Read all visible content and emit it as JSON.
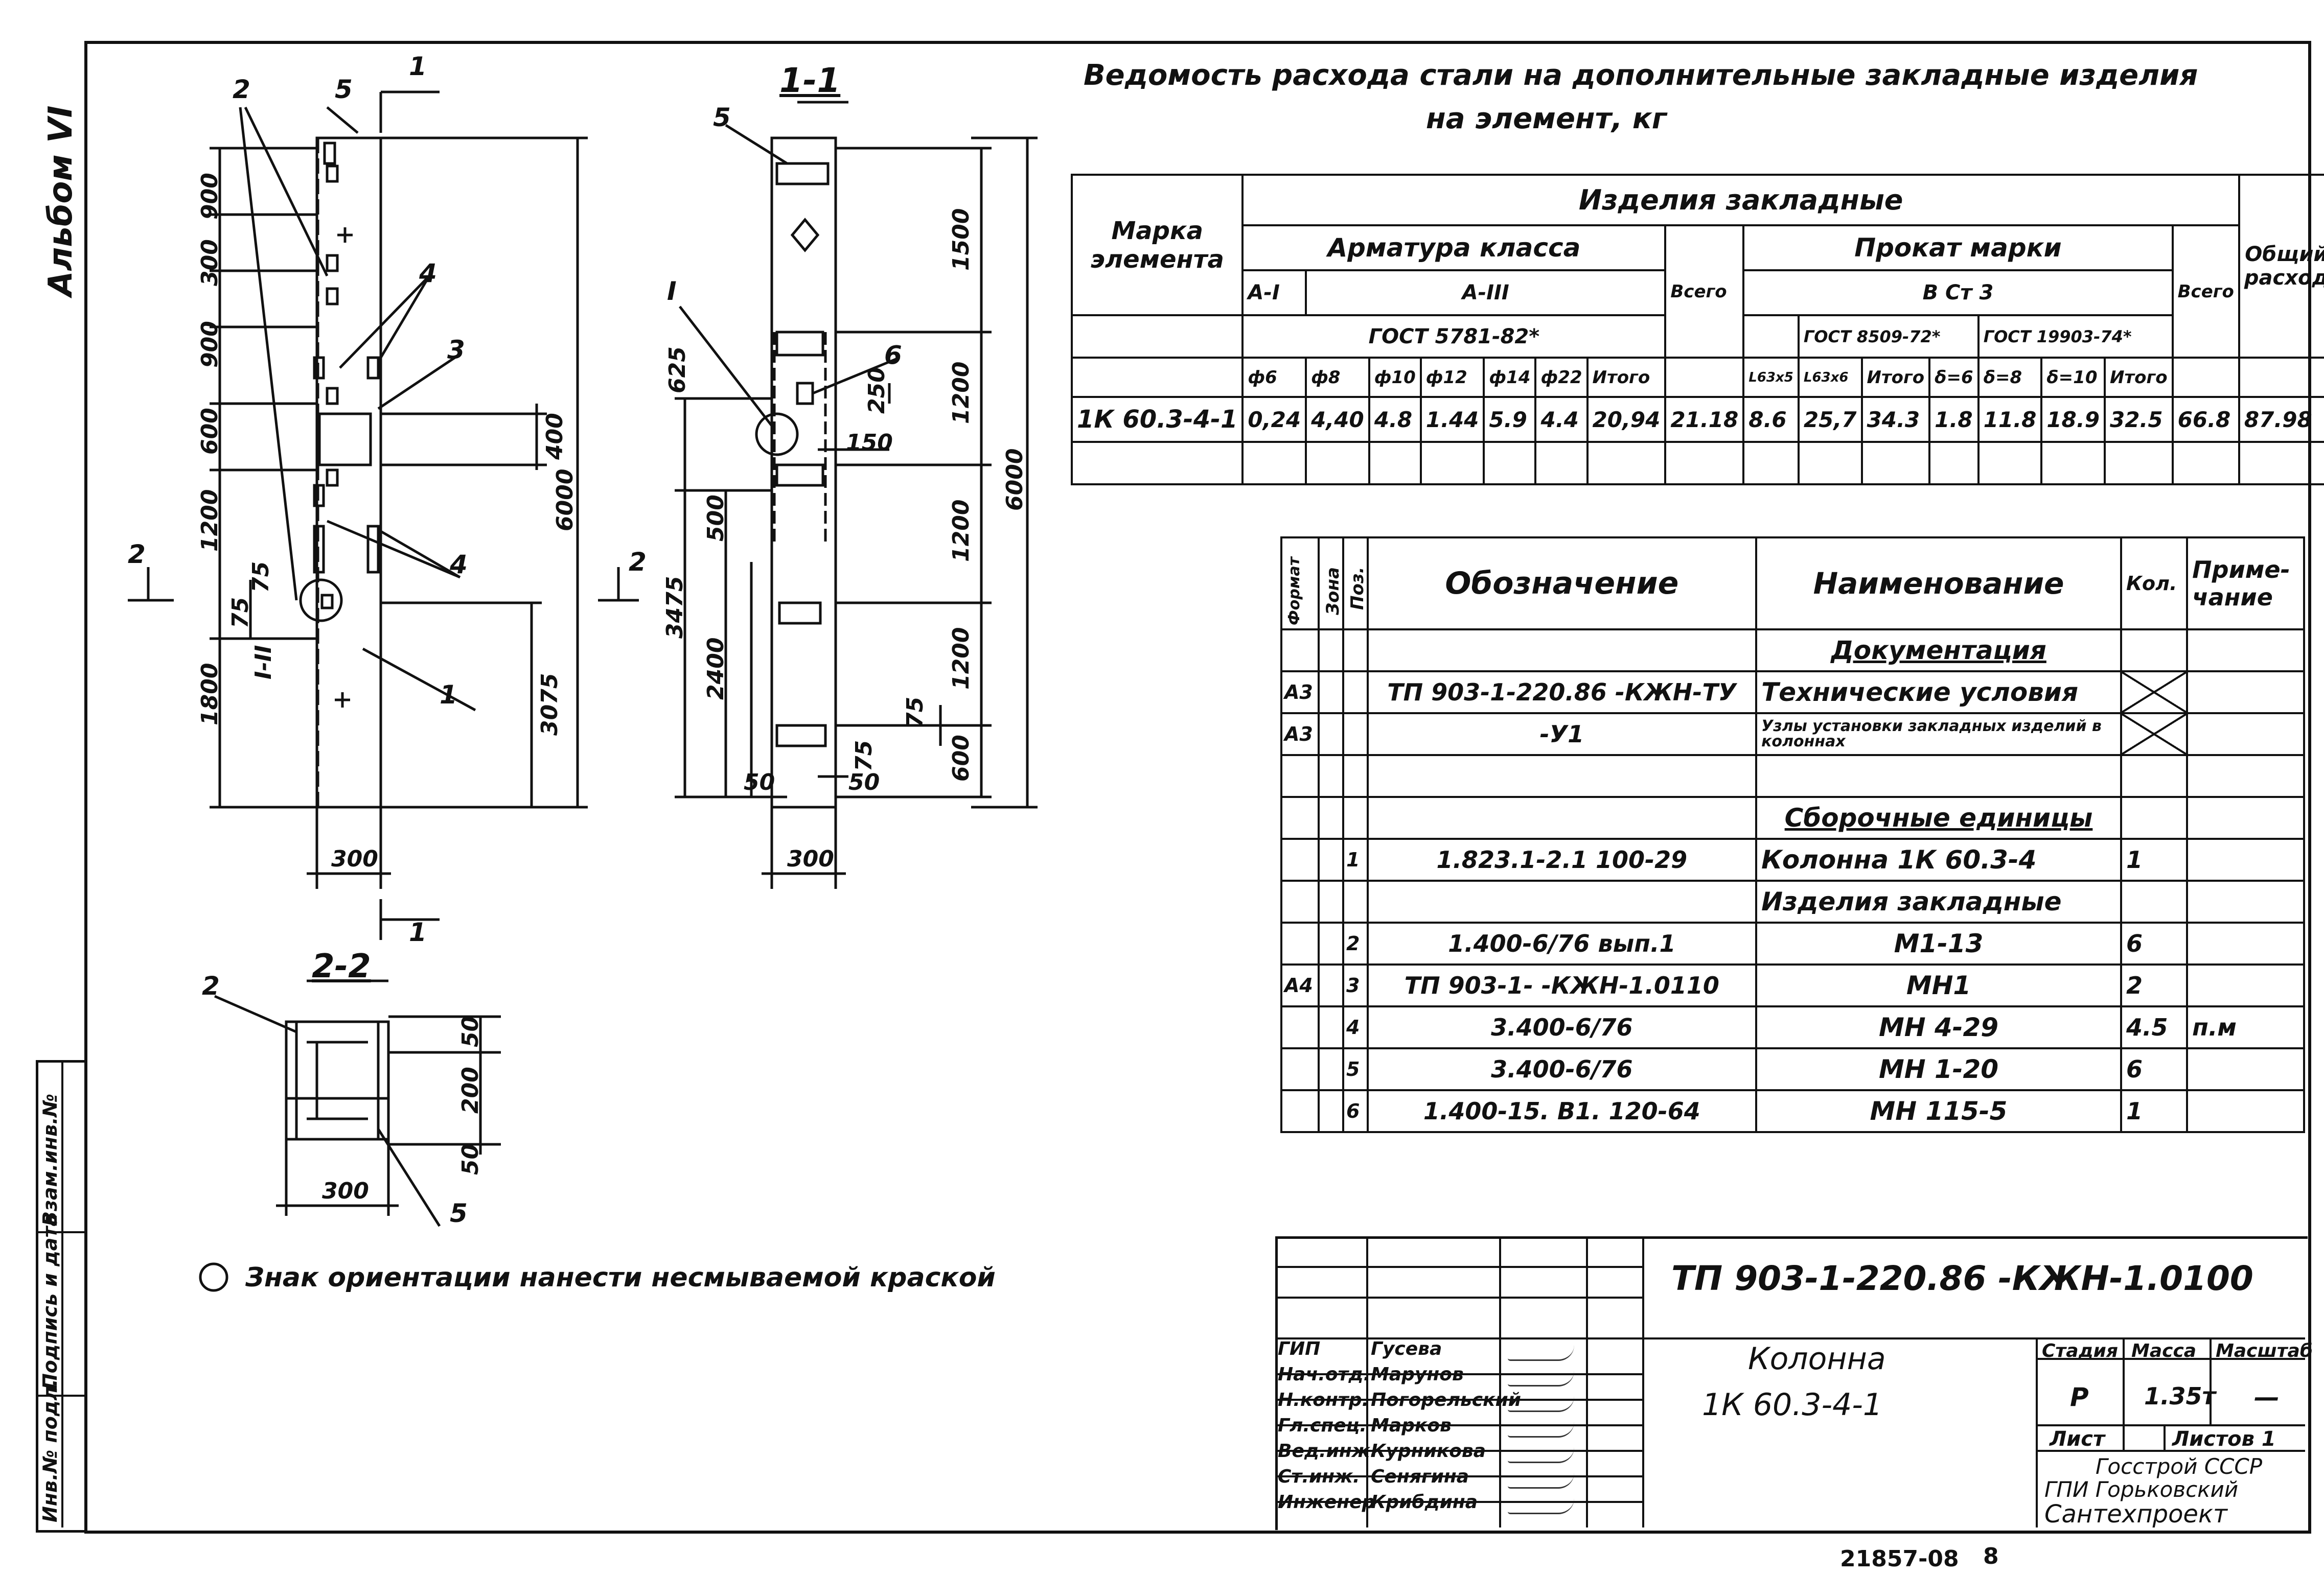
{
  "album_label": "Альбом VI",
  "drawing": {
    "elevation": {
      "leader_labels": [
        "2",
        "5",
        "4",
        "3",
        "4",
        "1"
      ],
      "section_mark": "1",
      "vertical_dims": [
        "900",
        "300",
        "900",
        "600",
        "1200",
        "1800"
      ],
      "local_dims": [
        "75",
        "75"
      ],
      "right_dims": [
        "400",
        "3075",
        "6000"
      ],
      "width_dim": "300",
      "section2_mark": "2",
      "node_label": "I-II"
    },
    "section_11": {
      "title": "1-1",
      "leader_labels": [
        "5",
        "I",
        "6"
      ],
      "right_dims": [
        "1500",
        "1200",
        "1200",
        "1200",
        "600",
        "6000"
      ],
      "left_dims": [
        "625",
        "3475",
        "500",
        "2400"
      ],
      "inner_dims": [
        "250",
        "150",
        "75",
        "75",
        "50",
        "50"
      ],
      "width_dim": "300",
      "section2_mark": "2"
    },
    "section_22": {
      "title": "2-2",
      "leader_labels": [
        "2",
        "5"
      ],
      "dims": [
        "50",
        "200",
        "50"
      ],
      "width_dim": "300"
    },
    "orientation_note": "Знак ориентации нанести несмываемой краской"
  },
  "steel_table": {
    "title_line1": "Ведомость расхода стали на дополнительные закладные изделия",
    "title_line2": "на элемент, кг",
    "col_mark": "Марка элемента",
    "group_embedded": "Изделия закладные",
    "group_rebar": "Арматура класса",
    "class_a1": "А-I",
    "class_a3": "А-III",
    "gost_rebar": "ГОСТ 5781-82*",
    "col_total": "Всего",
    "group_rolled": "Прокат марки",
    "grade": "В Ст 3",
    "gost_rolled_1": "ГОСТ 8509-72*",
    "gost_rolled_2": "ГОСТ 19903-74*",
    "col_total2": "Всего",
    "col_overall": "Общий расход",
    "subheaders": [
      "ф6",
      "ф8",
      "ф10",
      "ф12",
      "ф14",
      "ф22",
      "Итого",
      "Всего",
      "L63x5",
      "L63x6",
      "Итого",
      "δ=6",
      "δ=8",
      "δ=10",
      "Итого",
      "Всего",
      "Общий"
    ],
    "row": {
      "mark": "1К 60.3-4-1",
      "values": [
        "0,24",
        "4,40",
        "4.8",
        "1.44",
        "5.9",
        "4.4",
        "20,94",
        "21.18",
        "8.6",
        "25,7",
        "34.3",
        "1.8",
        "11.8",
        "18.9",
        "32.5",
        "66.8",
        "87.98"
      ]
    }
  },
  "spec_table": {
    "headers": {
      "format": "Формат",
      "zone": "Зона",
      "pos": "Поз.",
      "designation": "Обозначение",
      "name": "Наименование",
      "qty": "Кол.",
      "note": "Приме-чание"
    },
    "rows": [
      {
        "format": "",
        "zone": "",
        "pos": "",
        "designation": "",
        "name": "Документация",
        "qty": "",
        "note": "",
        "type": "section"
      },
      {
        "format": "А3",
        "zone": "",
        "pos": "",
        "designation": "ТП 903-1-220.86 -КЖН-ТУ",
        "name": "Технические условия",
        "qty": "",
        "note": "",
        "type": "cross"
      },
      {
        "format": "А3",
        "zone": "",
        "pos": "",
        "designation": "-У1",
        "name": "Узлы установки закладных изделий в колоннах",
        "qty": "",
        "note": "",
        "type": "cross"
      },
      {
        "format": "",
        "zone": "",
        "pos": "",
        "designation": "",
        "name": "",
        "qty": "",
        "note": "",
        "type": "blank"
      },
      {
        "format": "",
        "zone": "",
        "pos": "",
        "designation": "",
        "name": "Сборочные единицы",
        "qty": "",
        "note": "",
        "type": "section"
      },
      {
        "format": "",
        "zone": "",
        "pos": "1",
        "designation": "1.823.1-2.1   100-29",
        "name": "Колонна 1К 60.3-4",
        "qty": "1",
        "note": "",
        "type": "row"
      },
      {
        "format": "",
        "zone": "",
        "pos": "",
        "designation": "",
        "name": "Изделия закладные",
        "qty": "",
        "note": "",
        "type": "row"
      },
      {
        "format": "",
        "zone": "",
        "pos": "2",
        "designation": "1.400-6/76 вып.1",
        "name": "М1-13",
        "qty": "6",
        "note": "",
        "type": "row"
      },
      {
        "format": "А4",
        "zone": "",
        "pos": "3",
        "designation": "ТП 903-1-   -КЖН-1.0110",
        "name": "МН1",
        "qty": "2",
        "note": "",
        "type": "row"
      },
      {
        "format": "",
        "zone": "",
        "pos": "4",
        "designation": "3.400-6/76",
        "name": "МН 4-29",
        "qty": "4.5",
        "note": "п.м",
        "type": "row"
      },
      {
        "format": "",
        "zone": "",
        "pos": "5",
        "designation": "3.400-6/76",
        "name": "МН 1-20",
        "qty": "6",
        "note": "",
        "type": "row"
      },
      {
        "format": "",
        "zone": "",
        "pos": "6",
        "designation": "1.400-15. В1. 120-64",
        "name": "МН 115-5",
        "qty": "1",
        "note": "",
        "type": "row"
      }
    ]
  },
  "title_block": {
    "code": "ТП 903-1-220.86   -КЖН-1.0100",
    "object_name_1": "Колонна",
    "object_name_2": "1К 60.3-4-1",
    "stage_h": "Стадия",
    "mass_h": "Масса",
    "scale_h": "Масштаб",
    "stage": "Р",
    "mass": "1.35т",
    "scale": "—",
    "sheet_h": "Лист",
    "sheets_h": "Листов 1",
    "org_1": "Госстрой СССР",
    "org_2": "ГПИ Горьковский",
    "org_3": "Сантехпроект",
    "staff": [
      {
        "role": "ГИП",
        "name": "Гусева"
      },
      {
        "role": "Нач.отд.",
        "name": "Марунов"
      },
      {
        "role": "Н.контр.",
        "name": "Погорельский"
      },
      {
        "role": "Гл.спец.",
        "name": "Марков"
      },
      {
        "role": "Вед.инж.",
        "name": "Курникова"
      },
      {
        "role": "Ст.инж.",
        "name": "Сенягина"
      },
      {
        "role": "Инженер",
        "name": "Крибдина"
      }
    ]
  },
  "left_stamp": [
    "Инв.№ подл.",
    "Подпись и дата",
    "Взам.инв.№"
  ],
  "footer": {
    "archive": "21857-08",
    "page": "8"
  }
}
